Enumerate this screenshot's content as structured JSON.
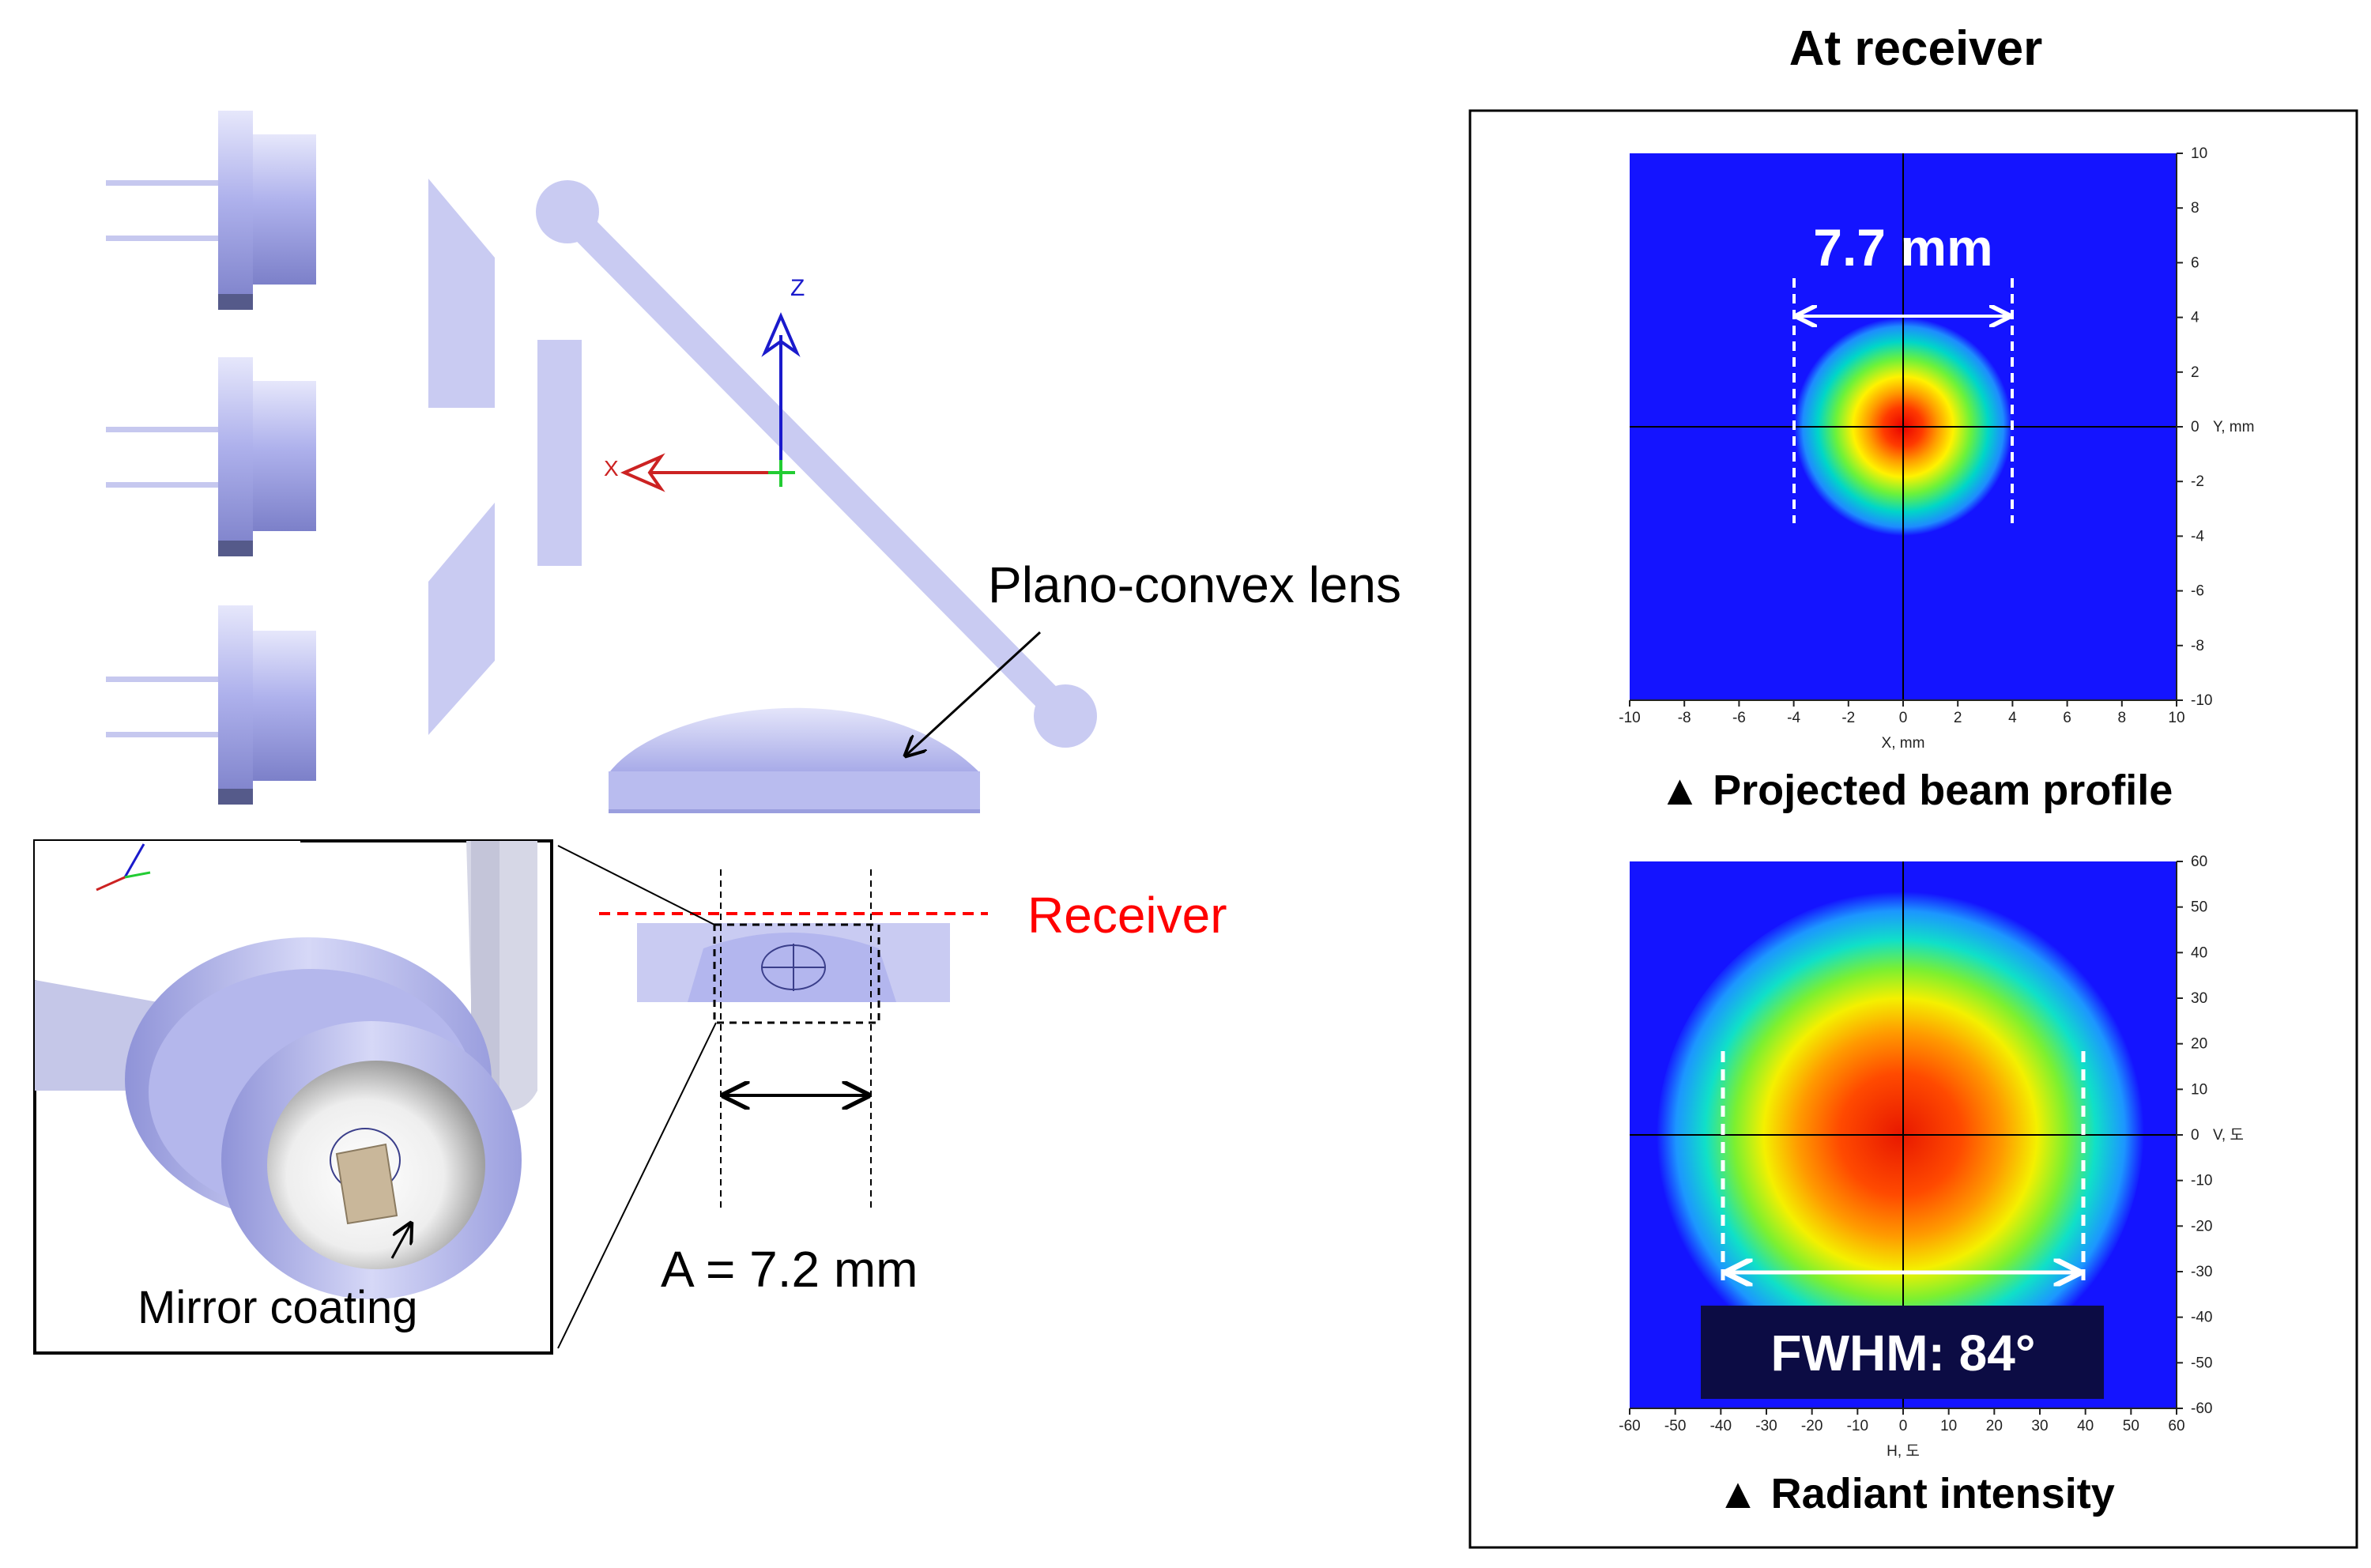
{
  "diagram": {
    "labels": {
      "plano_convex_lens": "Plano-convex lens",
      "receiver": "Receiver",
      "mirror_coating": "Mirror coating",
      "aperture": "A = 7.2 mm",
      "axis_z": "Z",
      "axis_x": "X"
    },
    "right_panel": {
      "heading": "At receiver",
      "beam_profile": {
        "caption": "▲ Projected beam profile",
        "width_label": "7.7 mm",
        "x_axis_name": "X, mm",
        "y_axis_name": "Y, mm",
        "x_ticks": [
          "-10",
          "-8",
          "-6",
          "-4",
          "-2",
          "0",
          "2",
          "4",
          "6",
          "8",
          "10"
        ],
        "y_ticks": [
          "10",
          "8",
          "6",
          "4",
          "2",
          "0",
          "-2",
          "-4",
          "-6",
          "-8",
          "-10"
        ]
      },
      "radiant_intensity": {
        "caption": "▲ Radiant intensity",
        "fwhm_label": "FWHM: 84°",
        "x_axis_name": "H, 도",
        "y_axis_name": "V, 도",
        "x_ticks": [
          "-60",
          "-50",
          "-40",
          "-30",
          "-20",
          "-10",
          "0",
          "10",
          "20",
          "30",
          "40",
          "50",
          "60"
        ],
        "y_ticks": [
          "60",
          "50",
          "40",
          "30",
          "20",
          "10",
          "0",
          "-10",
          "-20",
          "-30",
          "-40",
          "-50",
          "-60"
        ]
      }
    },
    "colors": {
      "lens_fill": "#c9cbf2",
      "receiver_line": "#ff0000",
      "map_background": "#1414ff",
      "axis_z": "#1a1acc",
      "axis_x": "#cc2222"
    }
  }
}
